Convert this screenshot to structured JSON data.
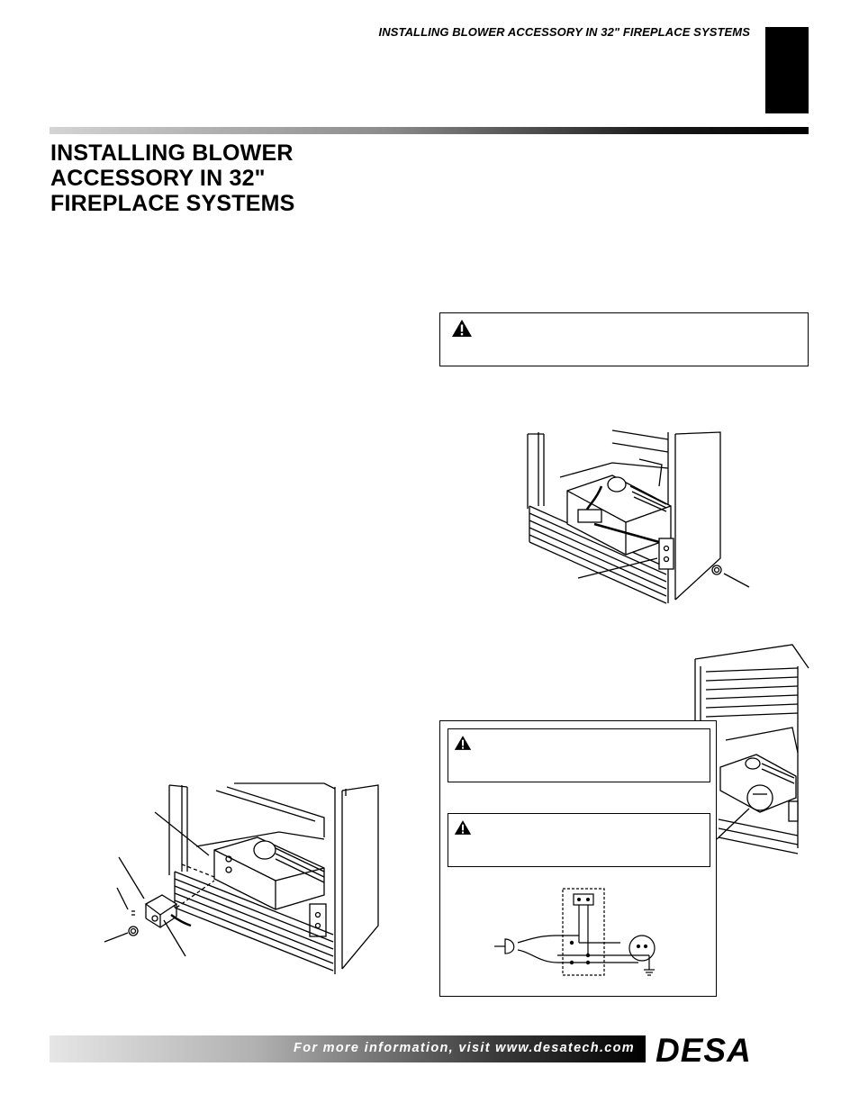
{
  "header": {
    "running_title": "INSTALLING BLOWER ACCESSORY IN 32\" FIREPLACE SYSTEMS"
  },
  "section": {
    "title": "INSTALLING BLOWER ACCESSORY IN 32\" FIREPLACE SYSTEMS"
  },
  "icons": {
    "warning": "warning-triangle-icon",
    "logo": "desa-logo"
  },
  "footer": {
    "text": "For more information, visit www.desatech.com",
    "brand": "DESA"
  },
  "colors": {
    "text": "#000000",
    "paper": "#ffffff"
  }
}
